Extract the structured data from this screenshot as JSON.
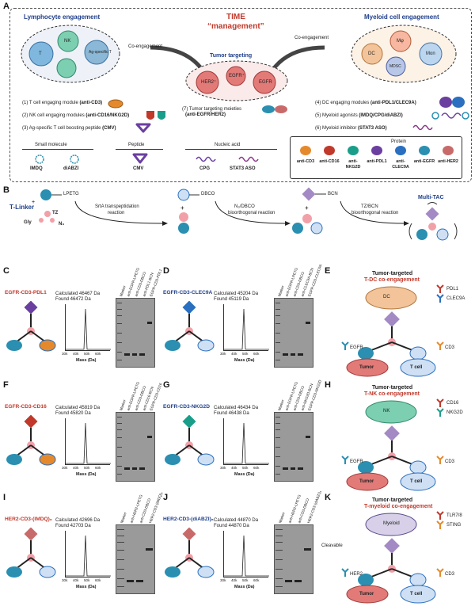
{
  "panelA": {
    "letter": "A",
    "time_title": "TIME",
    "time_sub": "“management”",
    "lymph_title": "Lymphocyte engagement",
    "myeloid_title": "Myeloid cell engagement",
    "coeng_left": "Co-engagement",
    "coeng_right": "Co-engagement",
    "tumor_targeting": "Tumor targeting",
    "cells_left": [
      "T",
      "NK",
      "Ag-specific T"
    ],
    "cells_right": [
      "DC",
      "Mφ",
      "MDSC",
      "Mon"
    ],
    "cells_tumor": [
      "HER2⁺",
      "EGFR⁺",
      "EGFR"
    ],
    "items_left": [
      {
        "pre": "(1) T cell engaging module ",
        "b": "(anti-CD3)"
      },
      {
        "pre": "(2) NK cell engaging modules ",
        "b": "(anti-CD16/NKG2D)"
      },
      {
        "pre": "(3) Ag-specific T cell boosting peptide ",
        "b": "(CMV)"
      }
    ],
    "items_mid": {
      "pre": "(7) Tumor targeting moieties",
      "b": "(anti-EGFR/HER2)"
    },
    "items_right": [
      {
        "pre": "(4) DC engaging modules ",
        "b": "(anti-PDL1/CLEC9A)"
      },
      {
        "pre": "(5) Myeloid agonists ",
        "b": "(IMDQ/CPG/diABZI)"
      },
      {
        "pre": "(6) Myeloid inhibitor ",
        "b": "(STAT3 ASO)"
      }
    ],
    "legend": {
      "small_molecule": "Small molecule",
      "peptide": "Peptide",
      "nucleic_acid": "Nucleic acid",
      "protein": "Protein",
      "sm_items": [
        "IMDQ",
        "diABZI"
      ],
      "pep_items": [
        "CMV"
      ],
      "na_items": [
        "CPG",
        "STAT3 ASO"
      ],
      "prot_items": [
        "anti-CD3",
        "anti-CD16",
        "anti-NKG2D",
        "anti-PDL1",
        "anti-CLEC9A",
        "anti-EGFR",
        "anti-HER2"
      ]
    }
  },
  "panelB": {
    "letter": "B",
    "tlinker": "T-Linker",
    "lpetg": "LPETG",
    "dbco": "DBCO",
    "bcn": "BCN",
    "tz": "TZ",
    "gly": "Gly",
    "n3": "N₃",
    "step1": [
      "SrtA transpeptidation",
      "reaction"
    ],
    "step2": [
      "N₃/DBCO",
      "bioorthogonal reaction"
    ],
    "step3": [
      "TZ/BCN",
      "bioorthogonal reaction"
    ],
    "product": "Multi-TAC"
  },
  "gels": [
    {
      "letter": "C",
      "name": "EGFR-CD3-PDL1",
      "calc": "Calculated 46467 Da",
      "found": "Found 46472 Da",
      "lanes": [
        "Marker",
        "anti-EGFR-LPETG",
        "anti-CD3-DBCO",
        "anti-PDL1-BCN",
        "EGFR-CD3-PDL1"
      ]
    },
    {
      "letter": "D",
      "name": "EGFR-CD3-CLEC9A",
      "calc": "Calculated 45204 Da",
      "found": "Found 45119 Da",
      "lanes": [
        "Marker",
        "anti-EGFR-LPETG",
        "anti-CD3-DBCO",
        "anti-CLEC9A-BCN",
        "EGFR-CD3-CLEC9A"
      ]
    },
    {
      "letter": "F",
      "name": "EGFR-CD3-CD16",
      "calc": "Calculated 45819 Da",
      "found": "Found 45820 Da",
      "lanes": [
        "Marker",
        "anti-EGFR-LPETG",
        "anti-CD3-DBCO",
        "anti-CD16-BCN",
        "EGFR-CD3-CD16"
      ]
    },
    {
      "letter": "G",
      "name": "EGFR-CD3-NKG2D",
      "calc": "Calculated 46434 Da",
      "found": "Found 46438 Da",
      "lanes": [
        "Marker",
        "anti-EGFR-LPETG",
        "anti-CD3-DBCO",
        "anti-NKG2D-BCN",
        "EGFR-CD3-NKG2D"
      ]
    },
    {
      "letter": "I",
      "name": "HER2-CD3-(IMDQ)₈",
      "calc": "Calculated 42696 Da",
      "found": "Found 42703 Da",
      "lanes": [
        "Marker",
        "anti-HER2-LPETG",
        "anti-CD3-DBCO",
        "HER2-CD3-(IMDQ)₈"
      ]
    },
    {
      "letter": "J",
      "name": "HER2-CD3-(diABZI)₈",
      "calc": "Calculated 44870 Da",
      "found": "Found 44870 Da",
      "lanes": [
        "Marker",
        "anti-HER2-LPETG",
        "anti-CD3-DBCO",
        "HER2-CD3-(diABZI)₈"
      ]
    }
  ],
  "mass_axis": {
    "ticks": [
      "30k",
      "40k",
      "50k",
      "60k"
    ],
    "label": "Mass (Da)"
  },
  "panelE": {
    "letter": "E",
    "title": "Tumor-targeted",
    "sub": "T-DC co-engagement",
    "legend": [
      "PDL1",
      "CLEC9A"
    ],
    "cells": [
      "DC",
      "Tumor",
      "T cell"
    ],
    "labels": [
      "EGFR",
      "CD3"
    ]
  },
  "panelH": {
    "letter": "H",
    "title": "Tumor-targeted",
    "sub": "T-NK co-engagement",
    "legend": [
      "CD16",
      "NKG2D"
    ],
    "cells": [
      "NK",
      "Tumor",
      "T cell"
    ],
    "labels": [
      "EGFR",
      "CD3"
    ]
  },
  "panelK": {
    "letter": "K",
    "title": "Tumor-targeted",
    "sub": "T-myeloid co-engagement",
    "legend": [
      "TLR7/8",
      "STING"
    ],
    "cells": [
      "Myeloid",
      "Tumor",
      "T cell"
    ],
    "labels": [
      "HER2",
      "CD3"
    ],
    "cleavable": "Cleavable"
  },
  "colors": {
    "red": "#c0392b",
    "navy": "#1f3f8a",
    "orange": "#e58a2c",
    "teal": "#2a8fb0",
    "purple": "#6b3fa0",
    "pink": "#f2a0a8",
    "lightblue": "#cfe0f4"
  }
}
